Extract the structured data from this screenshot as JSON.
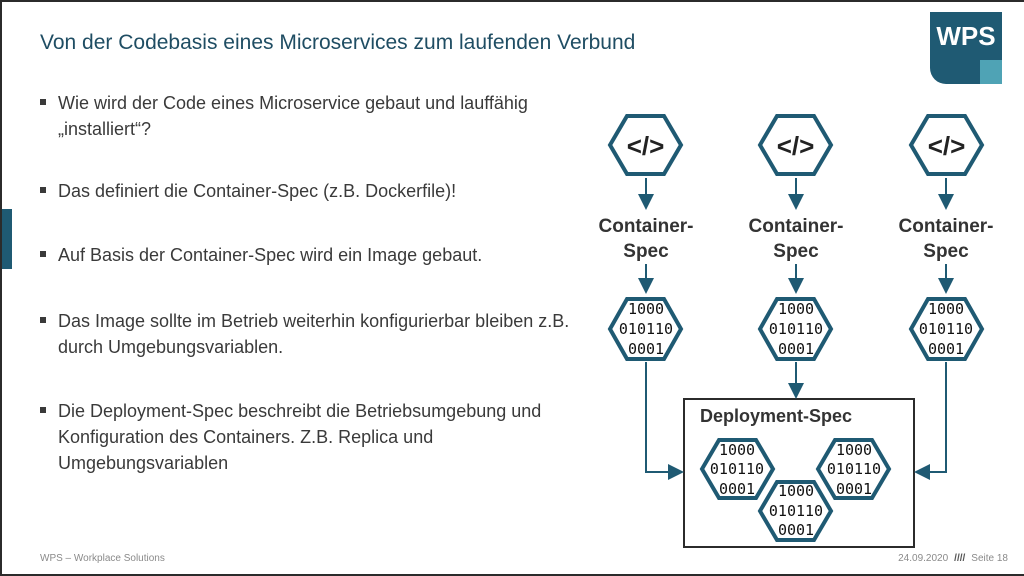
{
  "slide": {
    "title": "Von der Codebasis eines Microservices zum laufenden Verbund",
    "logo_text": "WPS",
    "bullets": [
      "Wie wird der Code eines Microservice gebaut und lauffähig „installiert“?",
      "Das definiert die Container-Spec (z.B. Dockerfile)!",
      "Auf Basis der Container-Spec wird ein Image gebaut.",
      "Das Image sollte im Betrieb weiterhin konfigurierbar bleiben z.B. durch Umgebungsvariablen.",
      "Die Deployment-Spec beschreibt die Betriebsumgebung und Konfiguration des Containers. Z.B. Replica und Umgebungsvariablen"
    ],
    "footer": {
      "company": "WPS – Workplace Solutions",
      "date": "24.09.2020",
      "separator": "////",
      "page": "Seite 18"
    }
  },
  "diagram": {
    "code_icon": "</>",
    "container_label_line1": "Container-",
    "container_label_line2": "Spec",
    "image_lines": [
      "1000",
      "010110",
      "0001"
    ],
    "deployment_label": "Deployment-Spec",
    "accent_color": "#1f5a73",
    "hex_fill": "#ffffff",
    "logo_color": "#1f5a73",
    "logo_square_color": "#4fa3b5"
  }
}
